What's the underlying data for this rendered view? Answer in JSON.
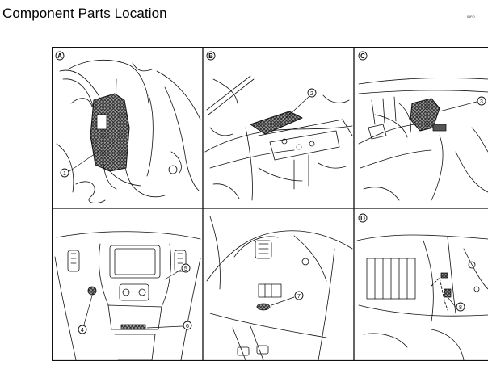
{
  "page": {
    "title": "Component Parts Location",
    "tag": "INFO"
  },
  "figure": {
    "panels": [
      {
        "id": "panel-a",
        "letter": "A"
      },
      {
        "id": "panel-b",
        "letter": "B"
      },
      {
        "id": "panel-c",
        "letter": "C"
      },
      {
        "id": "panel-d",
        "letter": ""
      },
      {
        "id": "panel-e",
        "letter": ""
      },
      {
        "id": "panel-f",
        "letter": "D"
      }
    ],
    "callouts": [
      "1",
      "2",
      "3",
      "4",
      "5",
      "6",
      "7",
      "8"
    ]
  }
}
